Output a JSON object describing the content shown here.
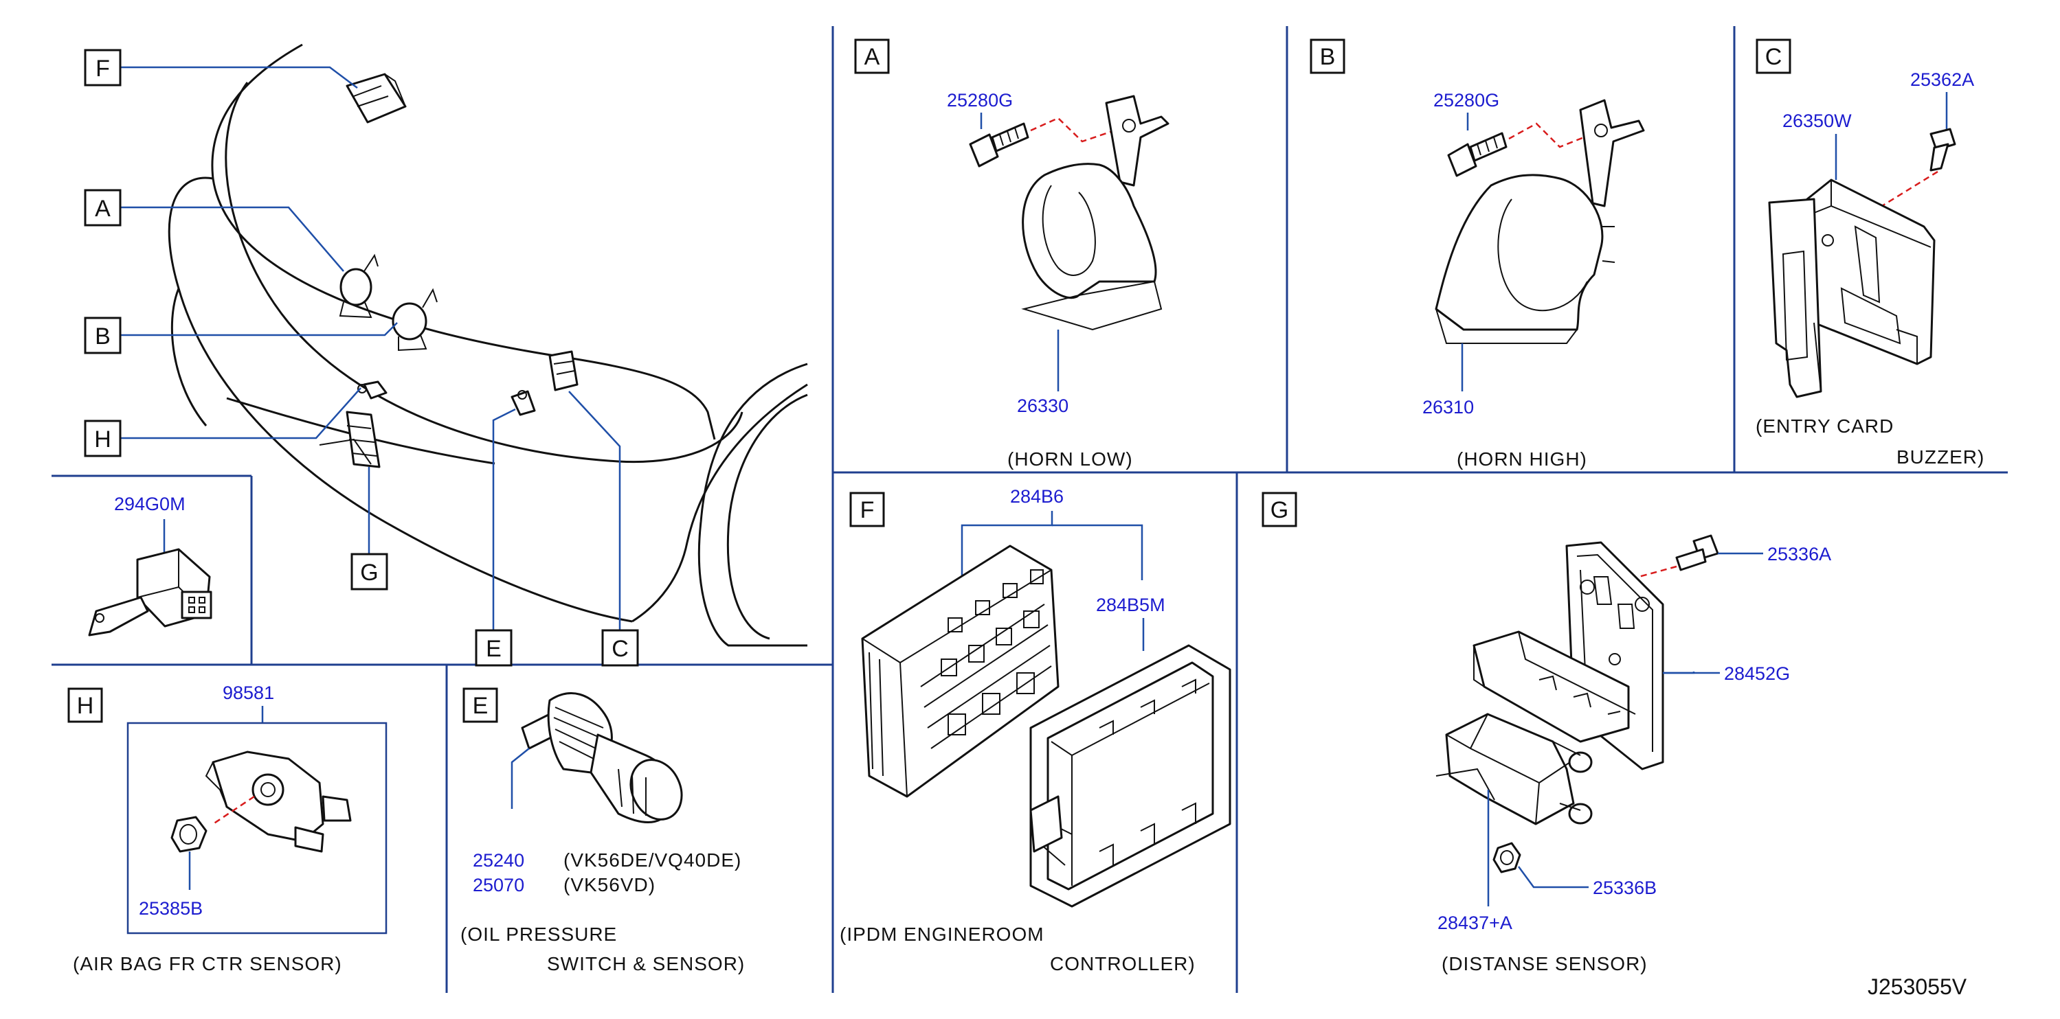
{
  "callouts": {
    "F": "F",
    "A": "A",
    "B": "B",
    "H": "H",
    "G": "G",
    "E": "E",
    "C": "C"
  },
  "panels": {
    "horn_low": {
      "letter": "A",
      "bolt": "25280G",
      "part": "26330",
      "caption": "(HORN   LOW)"
    },
    "horn_high": {
      "letter": "B",
      "bolt": "25280G",
      "part": "26310",
      "caption": "(HORN   HIGH)"
    },
    "buzzer": {
      "letter": "C",
      "part": "26350W",
      "bolt": "25362A",
      "caption_1": "(ENTRY   CARD",
      "caption_2": "BUZZER)"
    },
    "connector": {
      "part": "294G0M"
    },
    "airbag": {
      "letter": "H",
      "part": "98581",
      "nut": "25385B",
      "caption": "(AIR   BAG   FR   CTR   SENSOR)"
    },
    "oil": {
      "letter": "E",
      "part_1": "25240",
      "part_2": "25070",
      "spec_1": "(VK56DE/VQ40DE)",
      "spec_2": "(VK56VD)",
      "caption_1": "(OIL   PRESSURE",
      "caption_2": "SWITCH   &   SENSOR)"
    },
    "ipdm": {
      "letter": "F",
      "part": "284B6",
      "bracket": "284B5M",
      "caption_1": "(IPDM   ENGINEROOM",
      "caption_2": "CONTROLLER)"
    },
    "distance": {
      "letter": "G",
      "bolt": "25336A",
      "bracket": "28452G",
      "sensor": "28437+A",
      "nut": "25336B",
      "caption": "(DISTANSE   SENSOR)"
    }
  },
  "diagram_code": "J253055V",
  "colors": {
    "frame": "#1f3f8f",
    "part_number": "#1c1ccf",
    "leader": "#1f4fa8",
    "dashed_axis": "#d81c1c"
  }
}
